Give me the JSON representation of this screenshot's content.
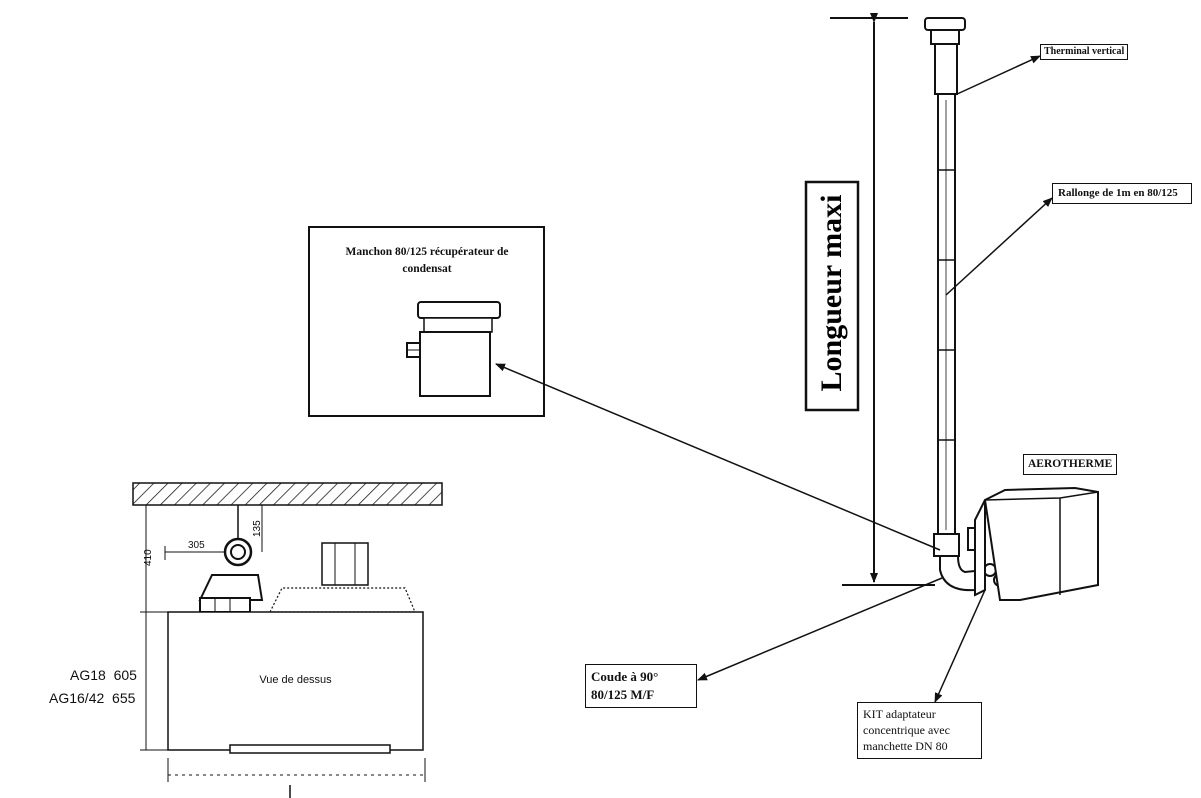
{
  "labels": {
    "terminal": "Therminal vertical",
    "rallonge": "Rallonge de 1m en 80/125",
    "manchon": "Manchon 80/125 récupérateur de condensat",
    "longueur": "Longueur maxi",
    "aerotherme": "AEROTHERME",
    "coude": "Coude à 90° 80/125 M/F",
    "kit": "KIT adaptateur concentrique avec manchette DN 80",
    "vue_dessus": "Vue de dessus",
    "ag18": "AG18  605",
    "ag16": "AG16/42  655",
    "dim_305": "305",
    "dim_135": "135",
    "dim_410": "410"
  },
  "colors": {
    "line": "#111111",
    "paper": "#ffffff"
  },
  "icons": [
    "arrow-head",
    "hatched-wall",
    "flue-pipe",
    "heater-unit"
  ]
}
